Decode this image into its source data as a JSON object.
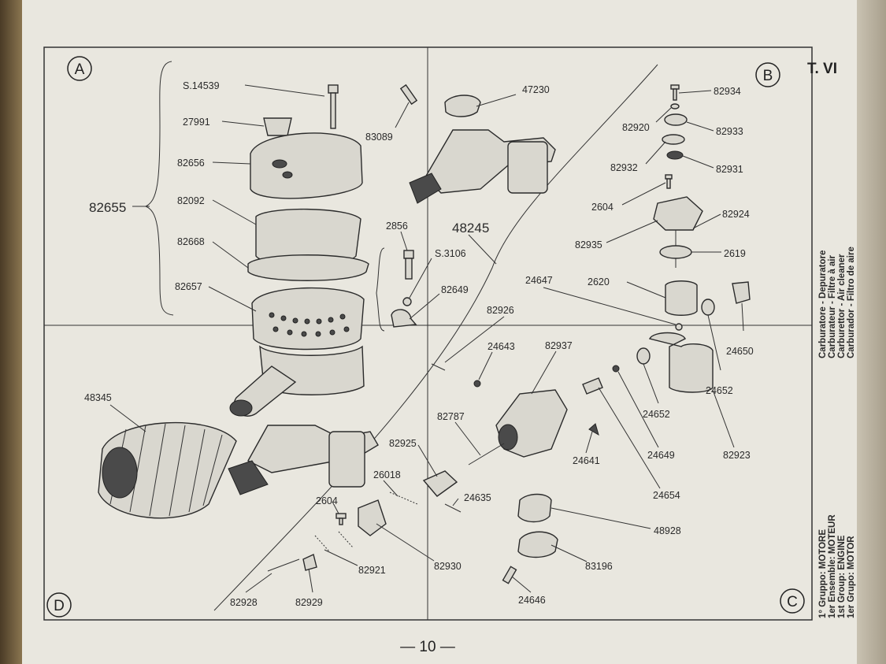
{
  "plate": "T. VI",
  "page_number": "— 10 —",
  "corners": [
    "A",
    "B",
    "C",
    "D"
  ],
  "side_titles": [
    "Carburatore - Depuratore",
    "Carburateur - Filtre à air",
    "Carburettor - Air cleaner",
    "Carburador - Filtro de aire"
  ],
  "side_groups": [
    "1° Gruppo: MOTORE",
    "1er Ensemble: MOTEUR",
    "1st Group: ENGINE",
    "1er Grupo: MOTOR"
  ],
  "labels": {
    "S14539": "S.14539",
    "p27991": "27991",
    "p82656": "82656",
    "p82655": "82655",
    "p82092": "82092",
    "p82668": "82668",
    "p82657": "82657",
    "p83089": "83089",
    "p47230": "47230",
    "p2856": "2856",
    "S3106": "S.3106",
    "p48245": "48245",
    "p82649": "82649",
    "p82934": "82934",
    "p82920": "82920",
    "p82933": "82933",
    "p82932": "82932",
    "p82931": "82931",
    "p2604a": "2604",
    "p82924": "82924",
    "p82935": "82935",
    "p2619": "2619",
    "p24647": "24647",
    "p2620": "2620",
    "p24650": "24650",
    "p24652a": "24652",
    "p24652b": "24652",
    "p82926": "82926",
    "p24643": "24643",
    "p82937": "82937",
    "p48345": "48345",
    "p82787": "82787",
    "p82925": "82925",
    "p26018": "26018",
    "p24641": "24641",
    "p24649": "24649",
    "p82923": "82923",
    "p24635": "24635",
    "p24654": "24654",
    "p2604b": "2604",
    "p48928": "48928",
    "p82930": "82930",
    "p82921": "82921",
    "p83196": "83196",
    "p82928": "82928",
    "p82929": "82929",
    "p24646": "24646"
  }
}
